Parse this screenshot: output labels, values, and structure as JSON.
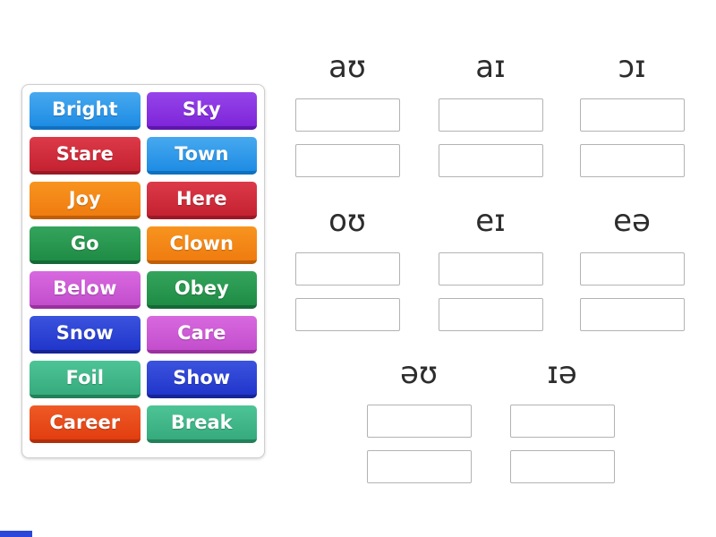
{
  "word_bank": {
    "tiles": [
      {
        "label": "Bright",
        "color": "blue"
      },
      {
        "label": "Sky",
        "color": "purple"
      },
      {
        "label": "Stare",
        "color": "red"
      },
      {
        "label": "Town",
        "color": "blue"
      },
      {
        "label": "Joy",
        "color": "orange"
      },
      {
        "label": "Here",
        "color": "red"
      },
      {
        "label": "Go",
        "color": "green"
      },
      {
        "label": "Clown",
        "color": "orange"
      },
      {
        "label": "Below",
        "color": "orchid"
      },
      {
        "label": "Obey",
        "color": "green"
      },
      {
        "label": "Snow",
        "color": "royalblue"
      },
      {
        "label": "Care",
        "color": "orchid"
      },
      {
        "label": "Foil",
        "color": "seagreen"
      },
      {
        "label": "Show",
        "color": "royalblue"
      },
      {
        "label": "Career",
        "color": "orangered"
      },
      {
        "label": "Break",
        "color": "seagreen"
      }
    ]
  },
  "groups": [
    {
      "header": "aʊ",
      "slots": 2
    },
    {
      "header": "aɪ",
      "slots": 2
    },
    {
      "header": "ɔɪ",
      "slots": 2
    },
    {
      "header": "oʊ",
      "slots": 2
    },
    {
      "header": "eɪ",
      "slots": 2
    },
    {
      "header": "eə",
      "slots": 2
    },
    {
      "header": "əʊ",
      "slots": 2
    },
    {
      "header": "ɪə",
      "slots": 2
    }
  ],
  "palette": {
    "blue": {
      "top": "#47a9ef",
      "bottom": "#1e8ce4",
      "edge": "#1070c0"
    },
    "purple": {
      "top": "#9644ea",
      "bottom": "#7e26d9",
      "edge": "#5d17ab"
    },
    "red": {
      "top": "#dd3a49",
      "bottom": "#c52231",
      "edge": "#991a26"
    },
    "orange": {
      "top": "#f8941f",
      "bottom": "#ef7c10",
      "edge": "#c05f07"
    },
    "green": {
      "top": "#34a45c",
      "bottom": "#1f8c45",
      "edge": "#156936"
    },
    "orchid": {
      "top": "#d869df",
      "bottom": "#c34ecd",
      "edge": "#9a319f"
    },
    "royalblue": {
      "top": "#3b53de",
      "bottom": "#2136cb",
      "edge": "#172496"
    },
    "seagreen": {
      "top": "#4dc497",
      "bottom": "#36ab7d",
      "edge": "#218159"
    },
    "orangered": {
      "top": "#ee5a26",
      "bottom": "#e23e10",
      "edge": "#b22f09"
    }
  },
  "progress_bar_color": "#2b46d9"
}
